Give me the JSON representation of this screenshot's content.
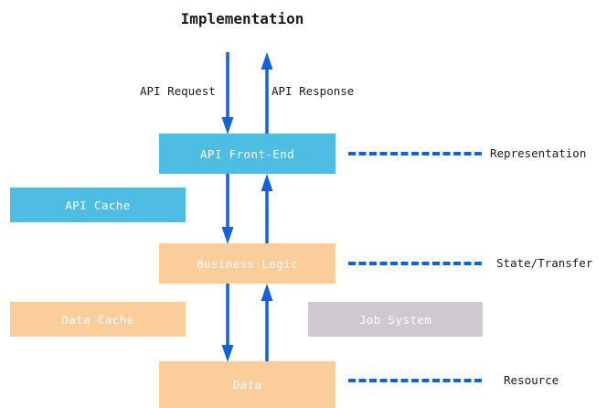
{
  "diagram": {
    "title": "Implementation",
    "type": "layered-architecture-flow",
    "colors": {
      "cyan": "#4ebde4",
      "peach": "#fbcd9b",
      "gray": "#cdc9cf",
      "arrow_blue": "#1362d6",
      "text_dark": "#1a1a1a",
      "node_text": "#ffffff",
      "background": "#ffffff"
    },
    "nodes": [
      {
        "id": "api-front-end",
        "label": "API Front-End",
        "color": "cyan",
        "column": "main"
      },
      {
        "id": "api-cache",
        "label": "API Cache",
        "color": "cyan",
        "column": "left"
      },
      {
        "id": "business-logic",
        "label": "Business Logic",
        "color": "peach",
        "column": "main"
      },
      {
        "id": "data-cache",
        "label": "Data Cache",
        "color": "peach",
        "column": "left"
      },
      {
        "id": "job-system",
        "label": "Job System",
        "color": "gray",
        "column": "right"
      },
      {
        "id": "data",
        "label": "Data",
        "color": "peach",
        "column": "main"
      }
    ],
    "flow_labels": [
      {
        "id": "api-request",
        "text": "API Request",
        "direction": "down"
      },
      {
        "id": "api-response",
        "text": "API Response",
        "direction": "up"
      }
    ],
    "arrows": [
      {
        "id": "api-request",
        "direction": "down",
        "from": "client",
        "to": "api-front-end"
      },
      {
        "id": "api-response",
        "direction": "up",
        "from": "api-front-end",
        "to": "client"
      },
      {
        "id": "front-to-logic",
        "direction": "down",
        "from": "api-front-end",
        "to": "business-logic"
      },
      {
        "id": "logic-to-front",
        "direction": "up",
        "from": "business-logic",
        "to": "api-front-end"
      },
      {
        "id": "logic-to-data",
        "direction": "down",
        "from": "business-logic",
        "to": "data"
      },
      {
        "id": "data-to-logic",
        "direction": "up",
        "from": "data",
        "to": "business-logic"
      }
    ],
    "concept_labels": [
      {
        "id": "representation",
        "text": "Representation",
        "node": "api-front-end"
      },
      {
        "id": "state-transfer",
        "text": "State/Transfer",
        "node": "business-logic"
      },
      {
        "id": "resource",
        "text": "Resource",
        "node": "data"
      }
    ]
  }
}
